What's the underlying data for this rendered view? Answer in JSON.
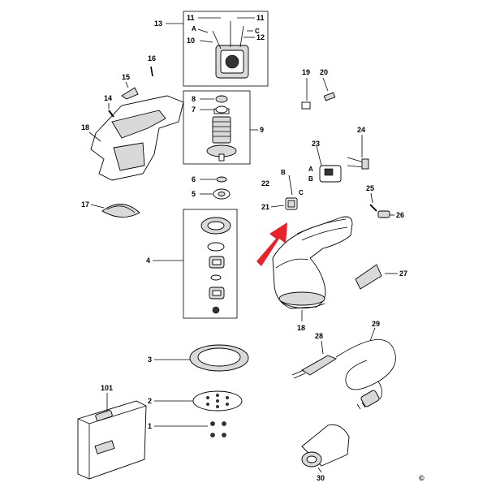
{
  "diagram": {
    "copyright": "©",
    "labels": {
      "p1": "1",
      "p2": "2",
      "p3": "3",
      "p4": "4",
      "p5": "5",
      "p6": "6",
      "p7": "7",
      "p8": "8",
      "p9": "9",
      "p10": "10",
      "p11a": "11",
      "p11b": "11",
      "p12": "12",
      "p13": "13",
      "p14": "14",
      "p15": "15",
      "p16": "16",
      "p17": "17",
      "p18a": "18",
      "p18b": "18",
      "p19": "19",
      "p20": "20",
      "p21": "21",
      "p22": "22",
      "p23": "23",
      "p24": "24",
      "p25": "25",
      "p26": "26",
      "p27": "27",
      "p28": "28",
      "p29": "29",
      "p30": "30",
      "p101": "101"
    },
    "sublabels": {
      "a13": "A",
      "c13": "C",
      "b22": "B",
      "c22": "C",
      "a23": "A",
      "b23": "B"
    },
    "arrow_color": "#e8222a"
  }
}
